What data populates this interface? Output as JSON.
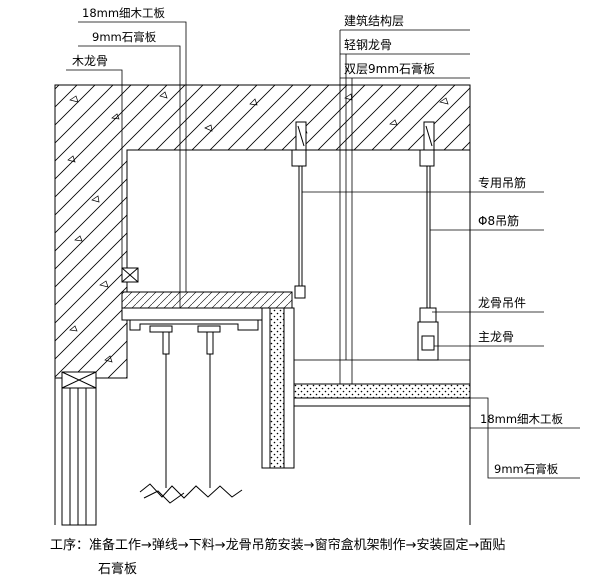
{
  "labels": {
    "wood_board_top": "18mm细木工板",
    "gypsum_top": "9mm石膏板",
    "wood_keel": "木龙骨",
    "building_structure": "建筑结构层",
    "light_steel_keel": "轻钢龙骨",
    "double_gypsum": "双层9mm石膏板",
    "special_hanger": "专用吊筋",
    "phi8_hanger": "Φ8吊筋",
    "keel_hanger": "龙骨吊件",
    "main_keel": "主龙骨",
    "wood_board_bottom": "18mm细木工板",
    "gypsum_bottom": "9mm石膏板"
  },
  "process": {
    "line1": "工序：准备工作→弹线→下料→龙骨吊筋安装→窗帘盒机架制作→安装固定→面贴",
    "line2": "石膏板"
  },
  "colors": {
    "line": "#000000",
    "paper": "#ffffff"
  }
}
